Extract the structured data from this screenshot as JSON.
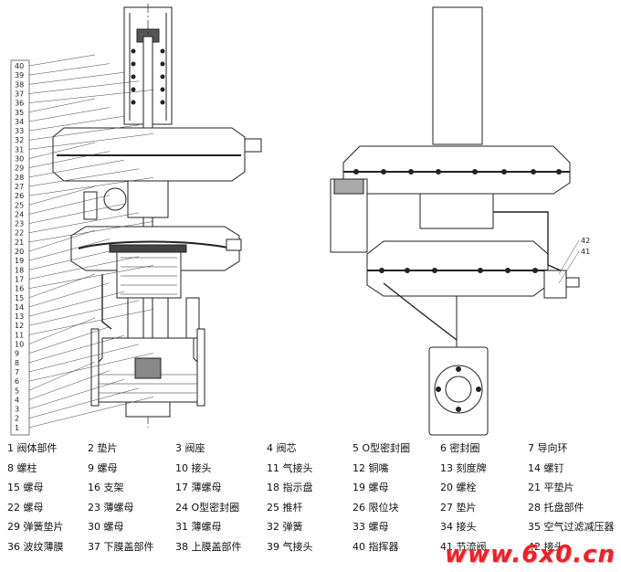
{
  "left_callouts": [
    "40",
    "39",
    "38",
    "37",
    "36",
    "35",
    "34",
    "33",
    "32",
    "31",
    "30",
    "29",
    "28",
    "27",
    "26",
    "25",
    "24",
    "23",
    "22",
    "21",
    "20",
    "19",
    "18",
    "17",
    "16",
    "15",
    "14",
    "13",
    "12",
    "11",
    "10",
    "9",
    "8",
    "7",
    "6",
    "5",
    "4",
    "3",
    "2",
    "1"
  ],
  "right_callouts": [
    "42",
    "41"
  ],
  "legend": [
    "1 阀体部件",
    "2 垫片",
    "3 阀座",
    "4 阀芯",
    "5 O型密封圈",
    "6 密封圈",
    "7 导向环",
    "8 螺柱",
    "9 螺母",
    "10 接头",
    "11 气接头",
    "12 铜嘴",
    "13 刻度牌",
    "14 螺钉",
    "15 螺母",
    "16 支架",
    "17 薄螺母",
    "18 指示盘",
    "19 螺母",
    "20 螺栓",
    "21 平垫片",
    "22 螺母",
    "23 薄螺母",
    "24 O型密封圈",
    "25 推杆",
    "26 限位块",
    "27 垫片",
    "28 托盘部件",
    "29 弹簧垫片",
    "30 螺母",
    "31 薄螺母",
    "32 弹簧",
    "33 螺母",
    "34 接头",
    "35 空气过滤减压器",
    "36 波纹薄膜",
    "37 下膜盖部件",
    "38 上膜盖部件",
    "39 气接头",
    "40 指挥器",
    "41 节流阀",
    "42 接头"
  ],
  "watermark": "www.6x0.cn"
}
